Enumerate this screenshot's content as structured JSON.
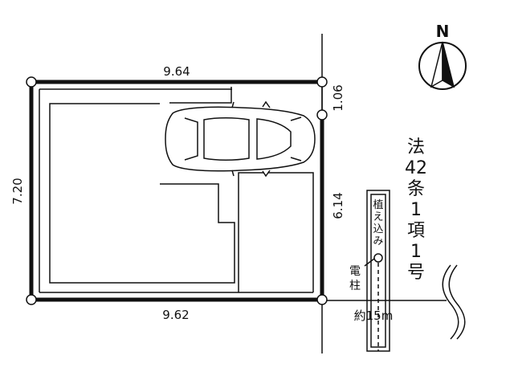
{
  "compass": {
    "label": "N",
    "icon": "north-arrow-icon"
  },
  "dimensions": {
    "top": "9.64",
    "bottom": "9.62",
    "left": "7.20",
    "right_upper": "1.06",
    "right_lower": "6.14"
  },
  "road": {
    "law_label_chars": [
      "法",
      "42",
      "条",
      "1",
      "項",
      "1",
      "号"
    ]
  },
  "planting": {
    "chars": [
      "植",
      "え",
      "込",
      "み"
    ]
  },
  "pole": {
    "chars": [
      "電",
      "柱"
    ]
  },
  "distance": {
    "label": "約15m"
  },
  "colors": {
    "line": "#111111",
    "background": "#ffffff"
  }
}
